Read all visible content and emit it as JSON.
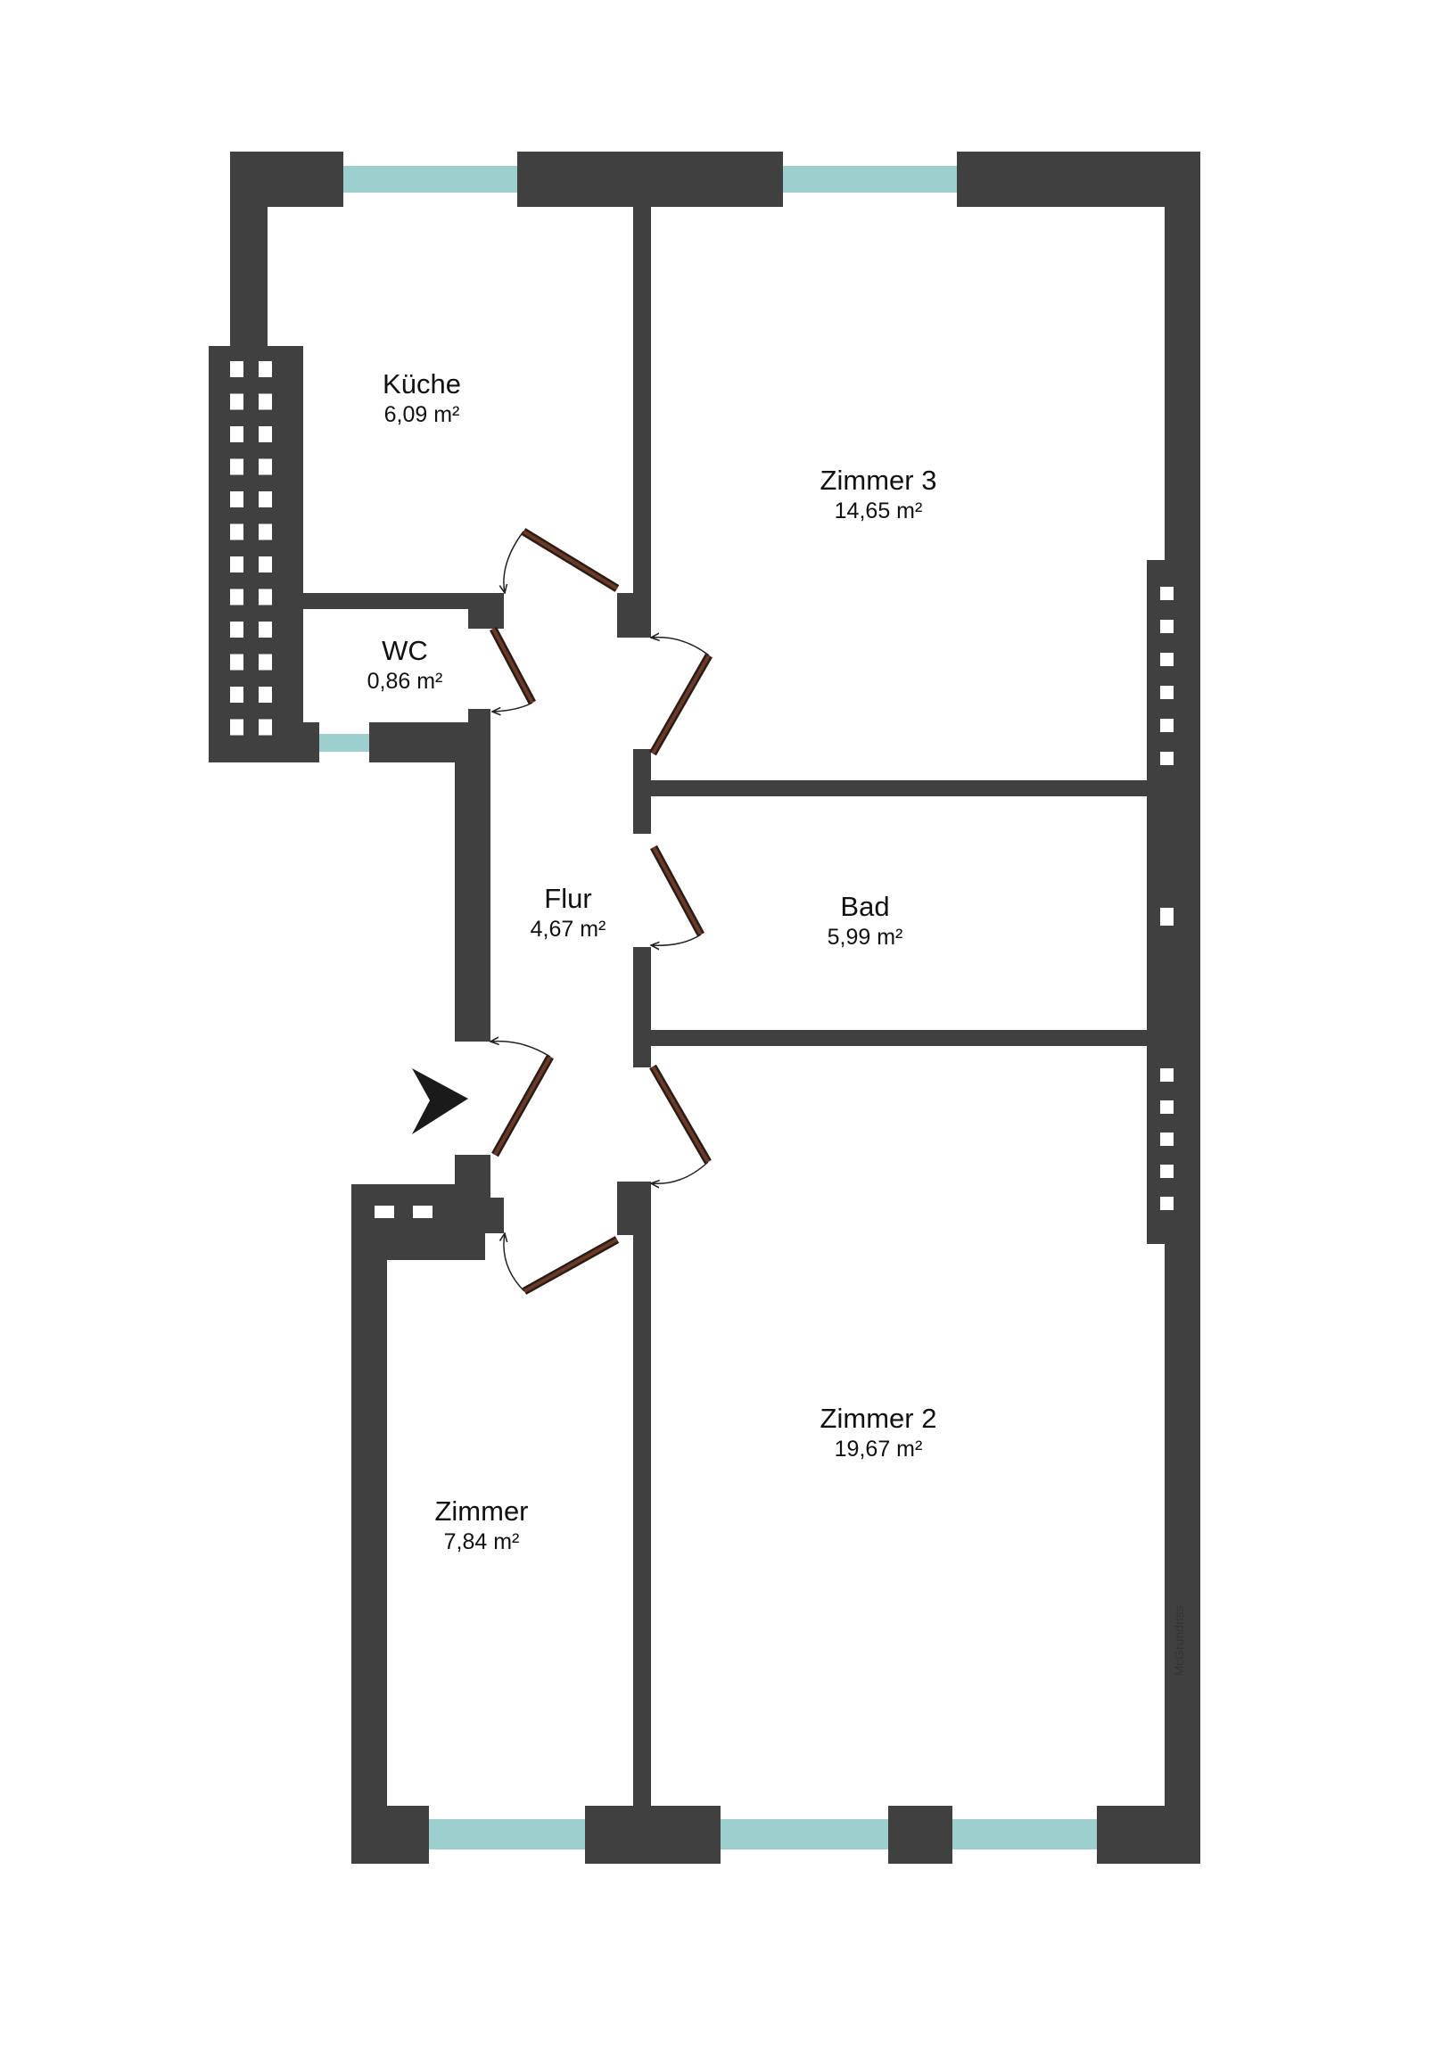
{
  "rooms": [
    {
      "id": "kueche",
      "name": "Küche",
      "area": "6,09 m²"
    },
    {
      "id": "zimmer3",
      "name": "Zimmer 3",
      "area": "14,65 m²"
    },
    {
      "id": "wc",
      "name": "WC",
      "area": "0,86 m²"
    },
    {
      "id": "flur",
      "name": "Flur",
      "area": "4,67 m²"
    },
    {
      "id": "bad",
      "name": "Bad",
      "area": "5,99 m²"
    },
    {
      "id": "zimmer2",
      "name": "Zimmer 2",
      "area": "19,67 m²"
    },
    {
      "id": "zimmer",
      "name": "Zimmer",
      "area": "7,84 m²"
    }
  ],
  "credit": "McGrundriss",
  "colors": {
    "wall": "#404040",
    "window": "#9ccfce",
    "door": "#4a2a1c",
    "background": "#ffffff"
  }
}
